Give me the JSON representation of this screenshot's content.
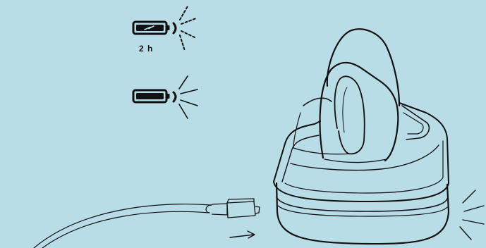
{
  "charging_states": [
    {
      "state": "charging",
      "battery_icon": "battery-charging-icon",
      "indicator": "blinking-led-icon",
      "duration_label": "2 h"
    },
    {
      "state": "fully-charged",
      "battery_icon": "battery-full-icon",
      "indicator": "steady-led-icon"
    }
  ],
  "colors": {
    "background": "#b9dde6",
    "line": "#111111"
  }
}
